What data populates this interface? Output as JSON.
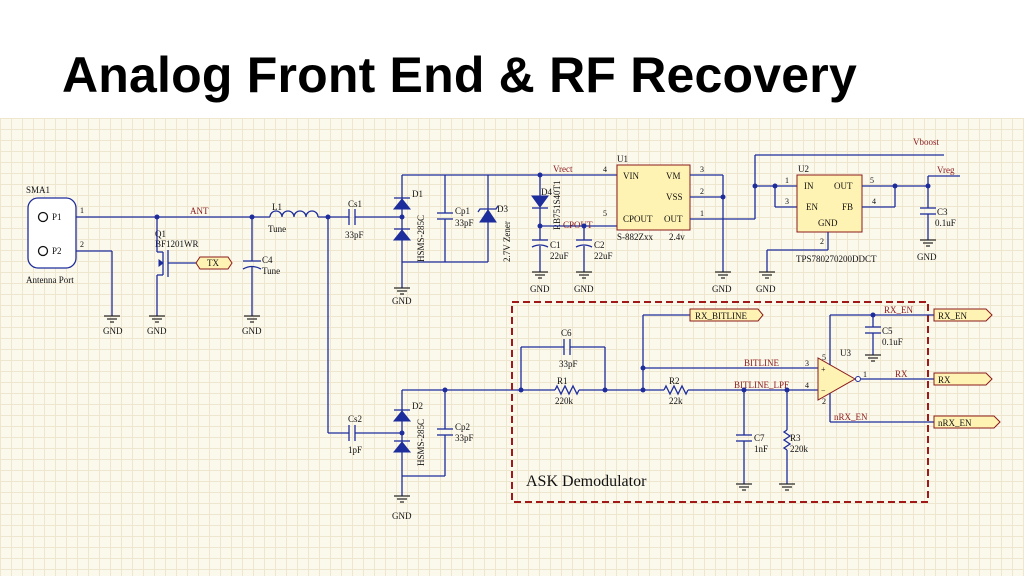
{
  "title": "Analog Front End & RF Recovery",
  "demod_box_label": "ASK Demodulator",
  "gnd_label": "GND",
  "sma": {
    "ref": "SMA1",
    "p1": "P1",
    "p2": "P2",
    "desc": "Antenna Port",
    "pin1": "1",
    "pin2": "2"
  },
  "nets": {
    "ant": "ANT",
    "vrect": "Vrect",
    "cpout": "CPOUT",
    "vboost": "Vboost",
    "vreg": "Vreg",
    "bitline": "BITLINE",
    "bitline_lpf": "BITLINE_LPF",
    "rx_en": "RX_EN",
    "nrx_en": "nRX_EN",
    "rx": "RX"
  },
  "ports": {
    "tx": "TX",
    "rx_bitline": "RX_BITLINE",
    "rx_en": "RX_EN",
    "rx": "RX",
    "nrx_en": "nRX_EN"
  },
  "components": {
    "q1": {
      "ref": "Q1",
      "value": "BF1201WR"
    },
    "c4": {
      "ref": "C4",
      "value": "Tune"
    },
    "l1": {
      "ref": "L1",
      "value": "Tune"
    },
    "cs1": {
      "ref": "Cs1",
      "value": "33pF"
    },
    "cs2": {
      "ref": "Cs2",
      "value": "1pF"
    },
    "d1": {
      "ref": "D1",
      "value": "HSMS-285C"
    },
    "d2": {
      "ref": "D2",
      "value": "HSMS-285C"
    },
    "cp1": {
      "ref": "Cp1",
      "value": "33pF"
    },
    "cp2": {
      "ref": "Cp2",
      "value": "33pF"
    },
    "d3": {
      "ref": "D3",
      "value": "2.7V Zener"
    },
    "d4": {
      "ref": "D4",
      "value": "RB751S40T1"
    },
    "c1": {
      "ref": "C1",
      "value": "22uF"
    },
    "c2": {
      "ref": "C2",
      "value": "22uF"
    },
    "u1": {
      "ref": "U1",
      "part": "S-882Zxx",
      "voltage": "2.4v",
      "pins": {
        "vin": "VIN",
        "vm": "VM",
        "vss": "VSS",
        "cpout": "CPOUT",
        "out": "OUT"
      },
      "pin_numbers": {
        "vin": "4",
        "vm": "3",
        "vss": "2",
        "cpout": "5",
        "out": "1"
      }
    },
    "u2": {
      "ref": "U2",
      "part": "TPS780270200DDCT",
      "pins": {
        "in": "IN",
        "out": "OUT",
        "en": "EN",
        "fb": "FB",
        "gnd": "GND"
      },
      "pin_numbers": {
        "in": "1",
        "out": "5",
        "en": "3",
        "fb": "4",
        "gnd": "2"
      }
    },
    "c3": {
      "ref": "C3",
      "value": "0.1uF"
    },
    "c5": {
      "ref": "C5",
      "value": "0.1uF"
    },
    "c6": {
      "ref": "C6",
      "value": "33pF"
    },
    "r1": {
      "ref": "R1",
      "value": "220k"
    },
    "r2": {
      "ref": "R2",
      "value": "22k"
    },
    "r3": {
      "ref": "R3",
      "value": "220k"
    },
    "c7": {
      "ref": "C7",
      "value": "1nF"
    },
    "u3": {
      "ref": "U3",
      "pin_numbers": {
        "inp": "3",
        "inn": "4",
        "out": "1",
        "vdd": "5",
        "gnd": "2"
      }
    }
  }
}
